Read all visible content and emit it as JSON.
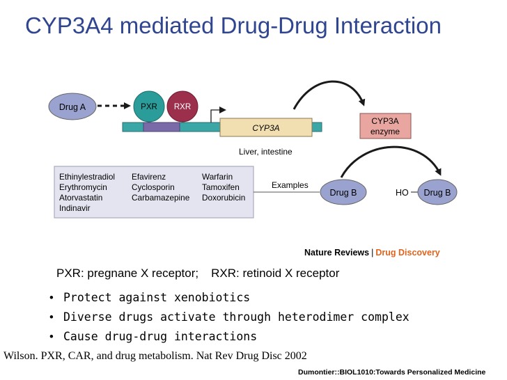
{
  "title": "CYP3A4 mediated Drug-Drug Interaction",
  "diagram": {
    "drug_a": "Drug A",
    "pxr": "PXR",
    "rxr": "RXR",
    "gene": "CYP3A",
    "location": "Liver, intestine",
    "enzyme_line1": "CYP3A",
    "enzyme_line2": "enzyme",
    "examples_label": "Examples",
    "drug_b": "Drug B",
    "ho": "HO",
    "drug_b_oxidized": "Drug B",
    "drugs_col1": [
      "Ethinylestradiol",
      "Erythromycin",
      "Atorvastatin",
      "Indinavir"
    ],
    "drugs_col2": [
      "Efavirenz",
      "Cyclosporin",
      "Carbamazepine"
    ],
    "drugs_col3": [
      "Warfarin",
      "Tamoxifen",
      "Doxorubicin"
    ],
    "colors": {
      "pxr": "#2a9d9a",
      "rxr": "#9c2f4b",
      "drug_oval": "#9aa3cf",
      "dna": "#3aa6a6",
      "gene_box": "#f1dfb2",
      "enzyme_box": "#e9a6a0",
      "examples_box": "#e3e4ef"
    }
  },
  "journal": {
    "name": "Nature Reviews",
    "separator": "|",
    "section": "Drug Discovery"
  },
  "receptors": {
    "pxr_def": "PXR: pregnane X receptor;",
    "rxr_def": "RXR: retinoid X receptor"
  },
  "bullets": [
    "Protect against xenobiotics",
    "Diverse drugs activate through heterodimer complex",
    "Cause drug-drug interactions"
  ],
  "citation": "Wilson. PXR, CAR, and drug metabolism. Nat Rev Drug Disc 2002",
  "footer": "Dumontier::BIOL1010:Towards Personalized Medicine"
}
